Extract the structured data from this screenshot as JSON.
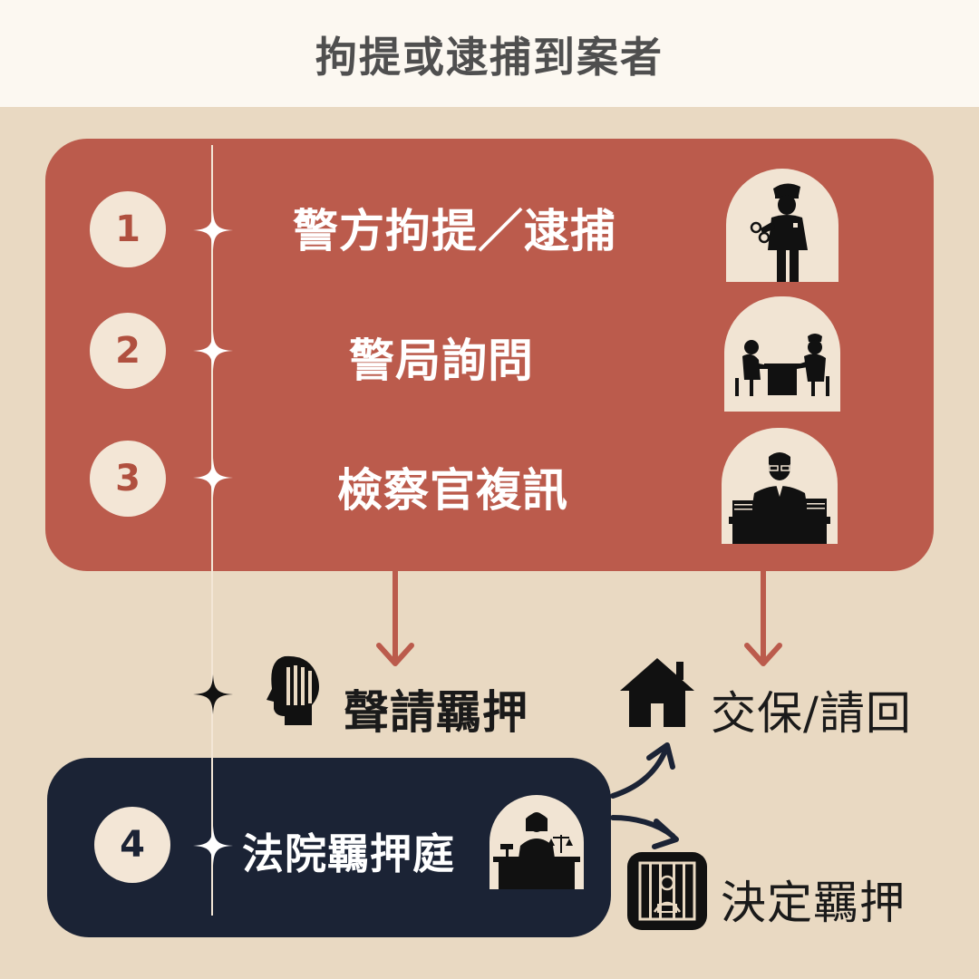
{
  "header": {
    "title": "拘提或逮捕到案者"
  },
  "steps": [
    {
      "number": "1",
      "label": "警方拘提／逮捕",
      "icon": "police-officer-icon"
    },
    {
      "number": "2",
      "label": "警局詢問",
      "icon": "police-interrogation-icon"
    },
    {
      "number": "3",
      "label": "檢察官複訊",
      "icon": "prosecutor-desk-icon"
    },
    {
      "number": "4",
      "label": "法院羈押庭",
      "icon": "judge-bench-icon"
    }
  ],
  "outcomes": {
    "request_detention": {
      "label": "聲請羈押",
      "icon": "jailed-mind-icon"
    },
    "bail_release": {
      "label": "交保/請回",
      "icon": "house-icon"
    },
    "detention_granted": {
      "label": "決定羈押",
      "icon": "prisoner-bars-icon"
    }
  },
  "colors": {
    "background": "#e9d9c2",
    "header_background": "#fcf8f1",
    "red_panel": "#bb5b4c",
    "navy_panel": "#1b2335",
    "arrow_red": "#bb5b4c",
    "arrow_navy": "#1b2335"
  }
}
